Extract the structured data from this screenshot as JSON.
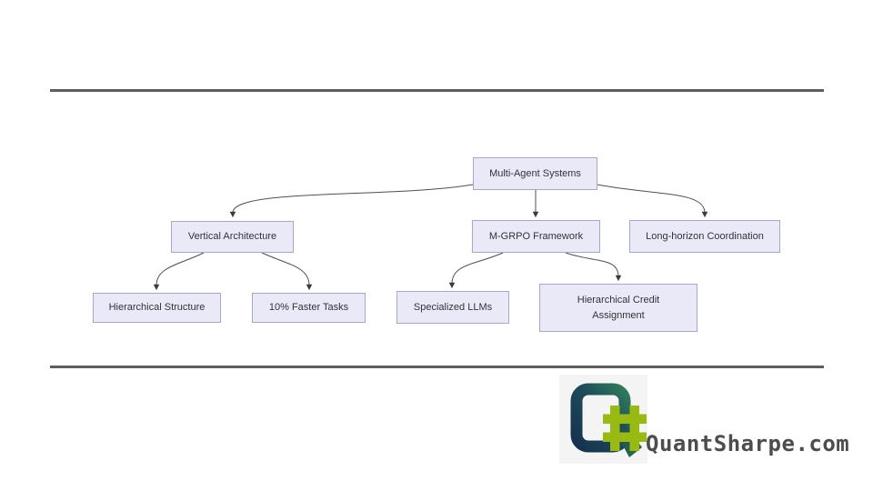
{
  "diagram": {
    "nodes": [
      {
        "id": "multi-agent-systems",
        "label": "Multi-Agent Systems"
      },
      {
        "id": "vertical-architecture",
        "label": "Vertical Architecture"
      },
      {
        "id": "m-grpo-framework",
        "label": "M-GRPO Framework"
      },
      {
        "id": "long-horizon-coordination",
        "label": "Long-horizon Coordination"
      },
      {
        "id": "hierarchical-structure",
        "label": "Hierarchical Structure"
      },
      {
        "id": "faster-tasks",
        "label": "10% Faster Tasks"
      },
      {
        "id": "specialized-llms",
        "label": "Specialized LLMs"
      },
      {
        "id": "hierarchical-credit-assignment",
        "label": "Hierarchical Credit Assignment"
      }
    ],
    "edges": [
      {
        "from": "multi-agent-systems",
        "to": "vertical-architecture"
      },
      {
        "from": "multi-agent-systems",
        "to": "m-grpo-framework"
      },
      {
        "from": "multi-agent-systems",
        "to": "long-horizon-coordination"
      },
      {
        "from": "vertical-architecture",
        "to": "hierarchical-structure"
      },
      {
        "from": "vertical-architecture",
        "to": "faster-tasks"
      },
      {
        "from": "m-grpo-framework",
        "to": "specialized-llms"
      },
      {
        "from": "m-grpo-framework",
        "to": "hierarchical-credit-assignment"
      }
    ],
    "node_fill": "#e9e9f8",
    "node_border": "#a6a6cf",
    "node_text_color": "#32333c",
    "connector_color": "#4f4f4f",
    "rule_color": "#5e5e5e"
  },
  "branding": {
    "domain_text": "QuantSharpe.com",
    "logo_symbol": "#",
    "logo_navy": "#16324f",
    "logo_teal": "#2f7a5a",
    "logo_green": "#98ba12",
    "text_color": "#4d4d4d"
  }
}
